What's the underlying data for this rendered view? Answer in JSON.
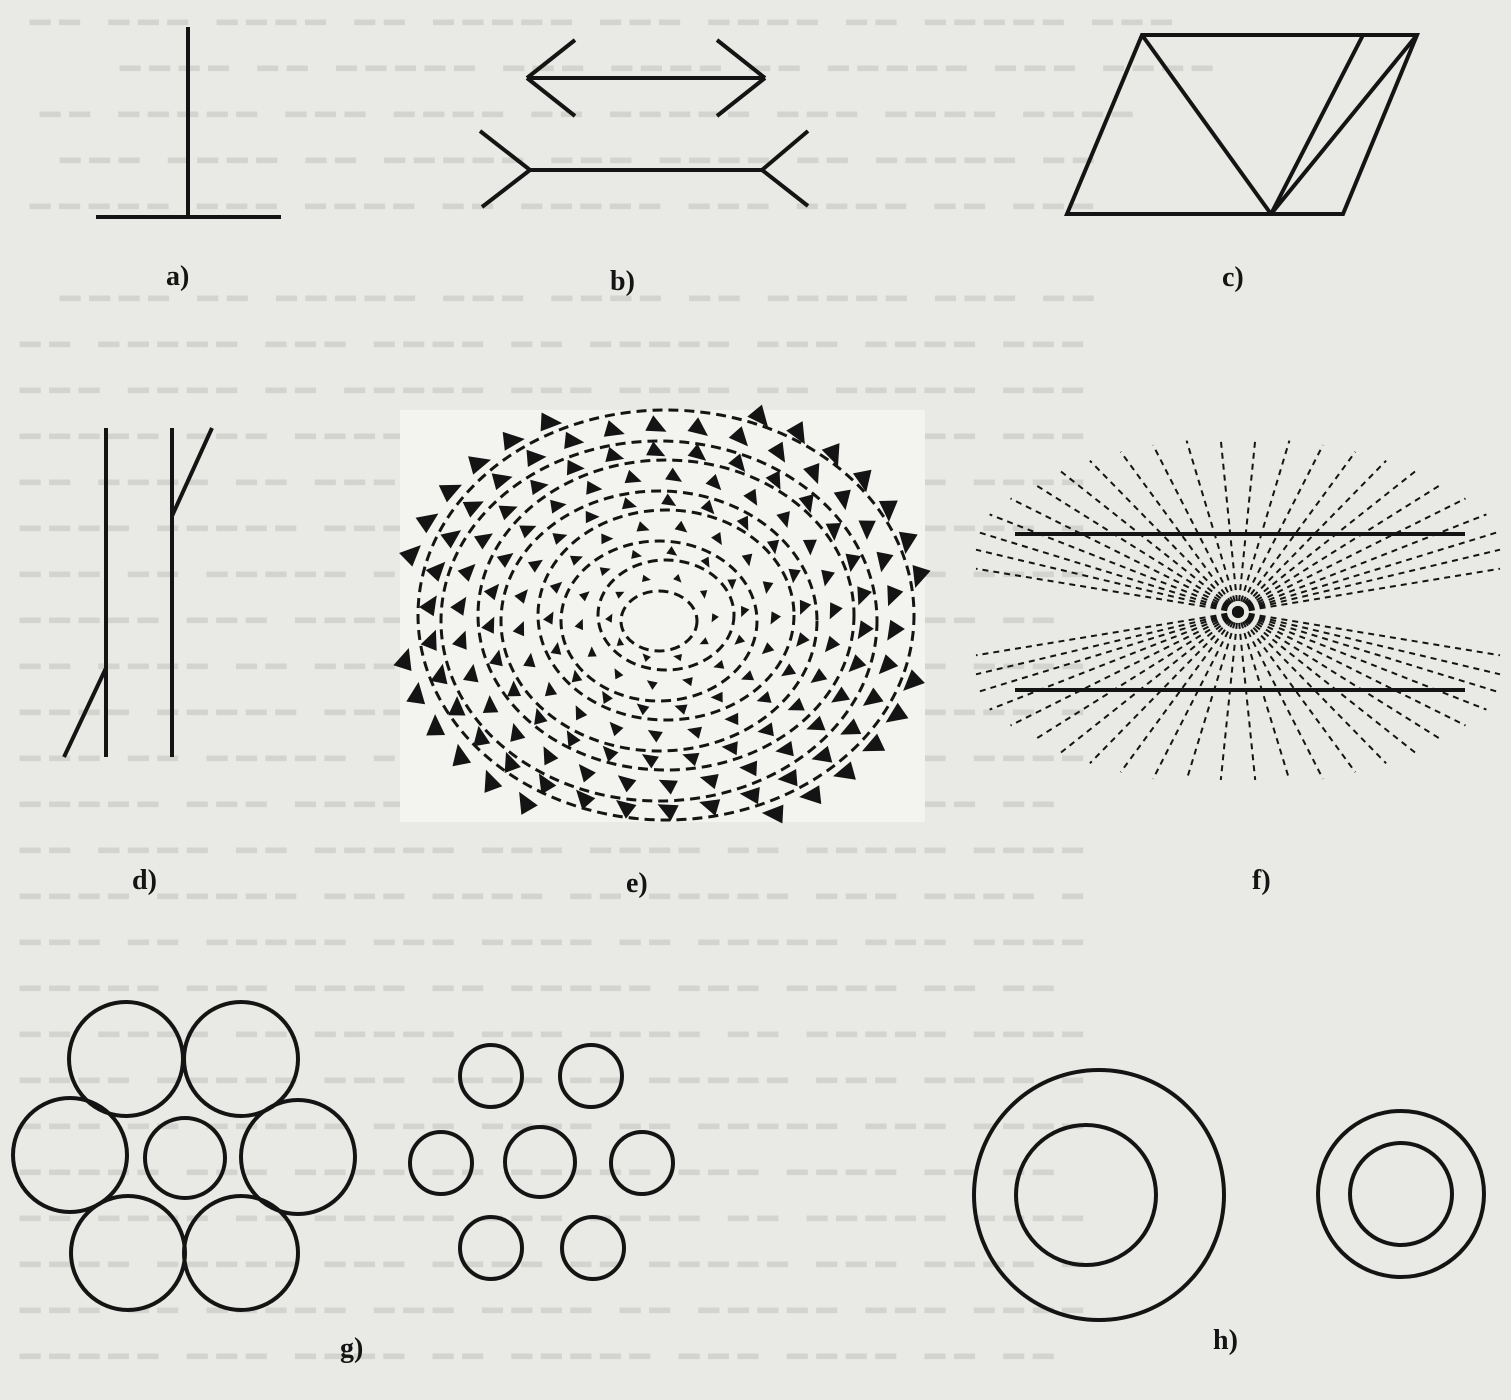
{
  "captions": {
    "a": "a)",
    "b": "b)",
    "c": "c)",
    "d": "d)",
    "e": "e)",
    "f": "f)",
    "g": "g)",
    "h": "h)"
  },
  "colors": {
    "ink": "#141414",
    "paper": "#e9e9e5",
    "show_through": "#c5c5c1"
  }
}
